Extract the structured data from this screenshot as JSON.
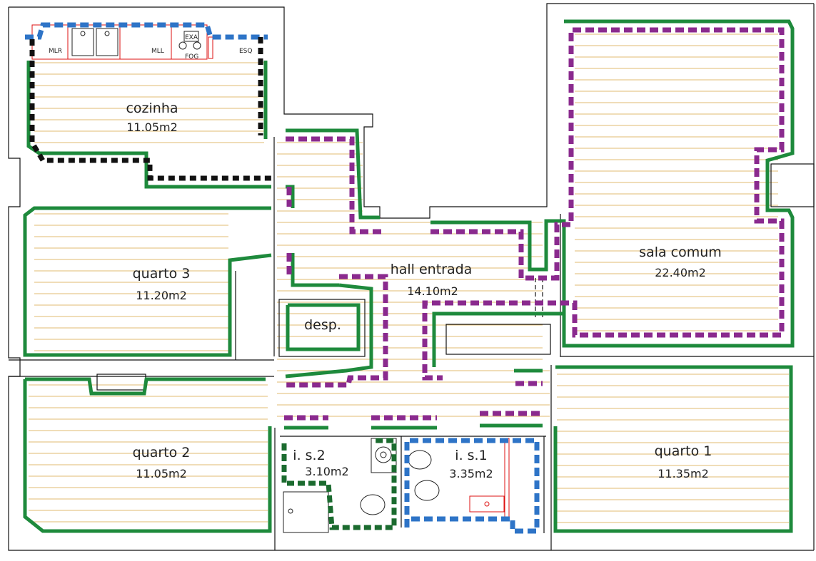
{
  "rooms": {
    "cozinha": {
      "name": "cozinha",
      "area": "11.05m2"
    },
    "quarto3": {
      "name": "quarto 3",
      "area": "11.20m2"
    },
    "quarto2": {
      "name": "quarto 2",
      "area": "11.05m2"
    },
    "quarto1": {
      "name": "quarto 1",
      "area": "11.35m2"
    },
    "hall": {
      "name": "hall entrada",
      "area": "14.10m2"
    },
    "sala": {
      "name": "sala comum",
      "area": "22.40m2"
    },
    "desp": {
      "name": "desp."
    },
    "is2": {
      "name": "i. s.2",
      "area": "3.10m2"
    },
    "is1": {
      "name": "i. s.1",
      "area": "3.35m2"
    }
  },
  "kitchen_labels": {
    "mlr": "MLR",
    "mll": "MLL",
    "esq": "ESQ",
    "exa": "EXA",
    "fog": "FOG"
  },
  "colors": {
    "green": "#1e8a3c",
    "purple": "#8a2a8e",
    "blue": "#2e74c7",
    "black": "#111111",
    "red": "#dd1111",
    "floor": "#d9a441"
  }
}
